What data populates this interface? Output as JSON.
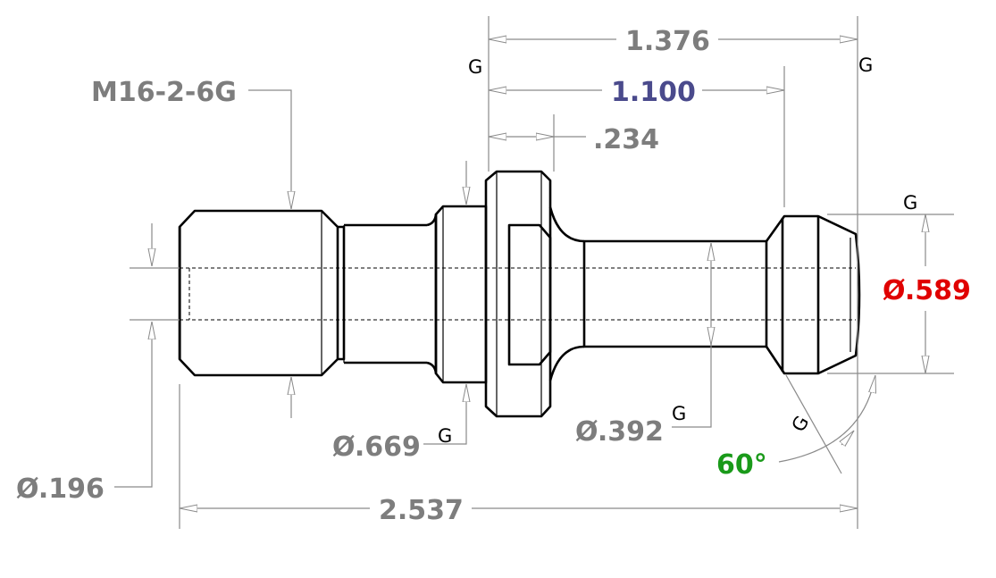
{
  "dimensions": {
    "thread": {
      "text": "M16-2-6G",
      "color": "#7d7d7d"
    },
    "overall_top": {
      "text": "1.376",
      "color": "#7d7d7d"
    },
    "gauge_length": {
      "text": "1.100",
      "color": "#4a4a8c"
    },
    "flange_width": {
      "text": ".234",
      "color": "#7d7d7d"
    },
    "head_diameter": {
      "text": "Ø.589",
      "color": "#e00000"
    },
    "shank_diameter": {
      "text": "Ø.392",
      "color": "#7d7d7d"
    },
    "collar_diameter": {
      "text": "Ø.669",
      "color": "#7d7d7d"
    },
    "bore_diameter": {
      "text": "Ø.196",
      "color": "#7d7d7d"
    },
    "overall_length": {
      "text": "2.537",
      "color": "#7d7d7d"
    },
    "head_angle": {
      "text": "60°",
      "color": "#1a9a1a"
    }
  },
  "gauge_marks": {
    "g1": "G",
    "g2": "G",
    "g3": "G",
    "g4": "G",
    "g5": "G",
    "g6": "G"
  }
}
